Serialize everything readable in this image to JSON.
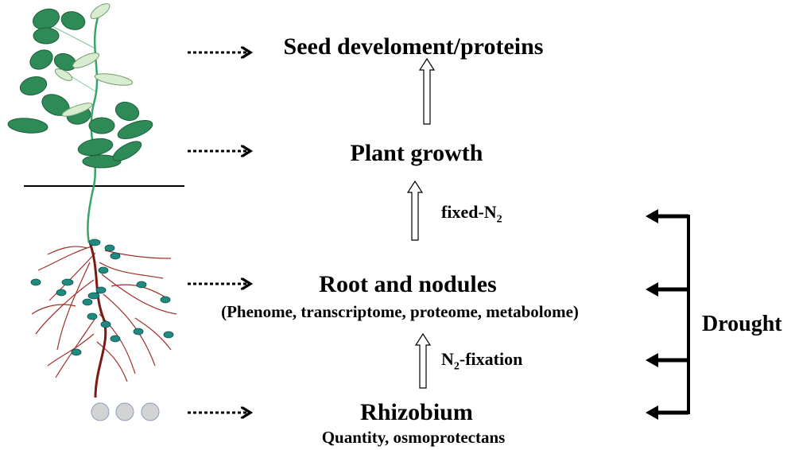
{
  "stages": {
    "seed": "Seed develoment/proteins",
    "plant": "Plant growth",
    "root": "Root and nodules",
    "root_omics": "(Phenome, transcriptome, proteome, metabolome)",
    "rhizobium": "Rhizobium",
    "rhizobium_sub": "Quantity, osmoprotectans"
  },
  "transitions": {
    "fixed_n2_prefix": "fixed-N",
    "fixed_n2_subscript": "2",
    "n2_fixation_prefix": "N",
    "n2_fixation_subscript": "2",
    "n2_fixation_suffix": "-fixation"
  },
  "stress": {
    "label": "Drought"
  },
  "colors": {
    "leaf_dark": "#2e8b57",
    "leaf_light": "#d8ecd0",
    "stem": "#3aa36b",
    "root": "#a0302a",
    "taproot": "#7a1a14",
    "nodule": "#1f8a80",
    "rhizobium_cell": "#d3d3d3"
  }
}
